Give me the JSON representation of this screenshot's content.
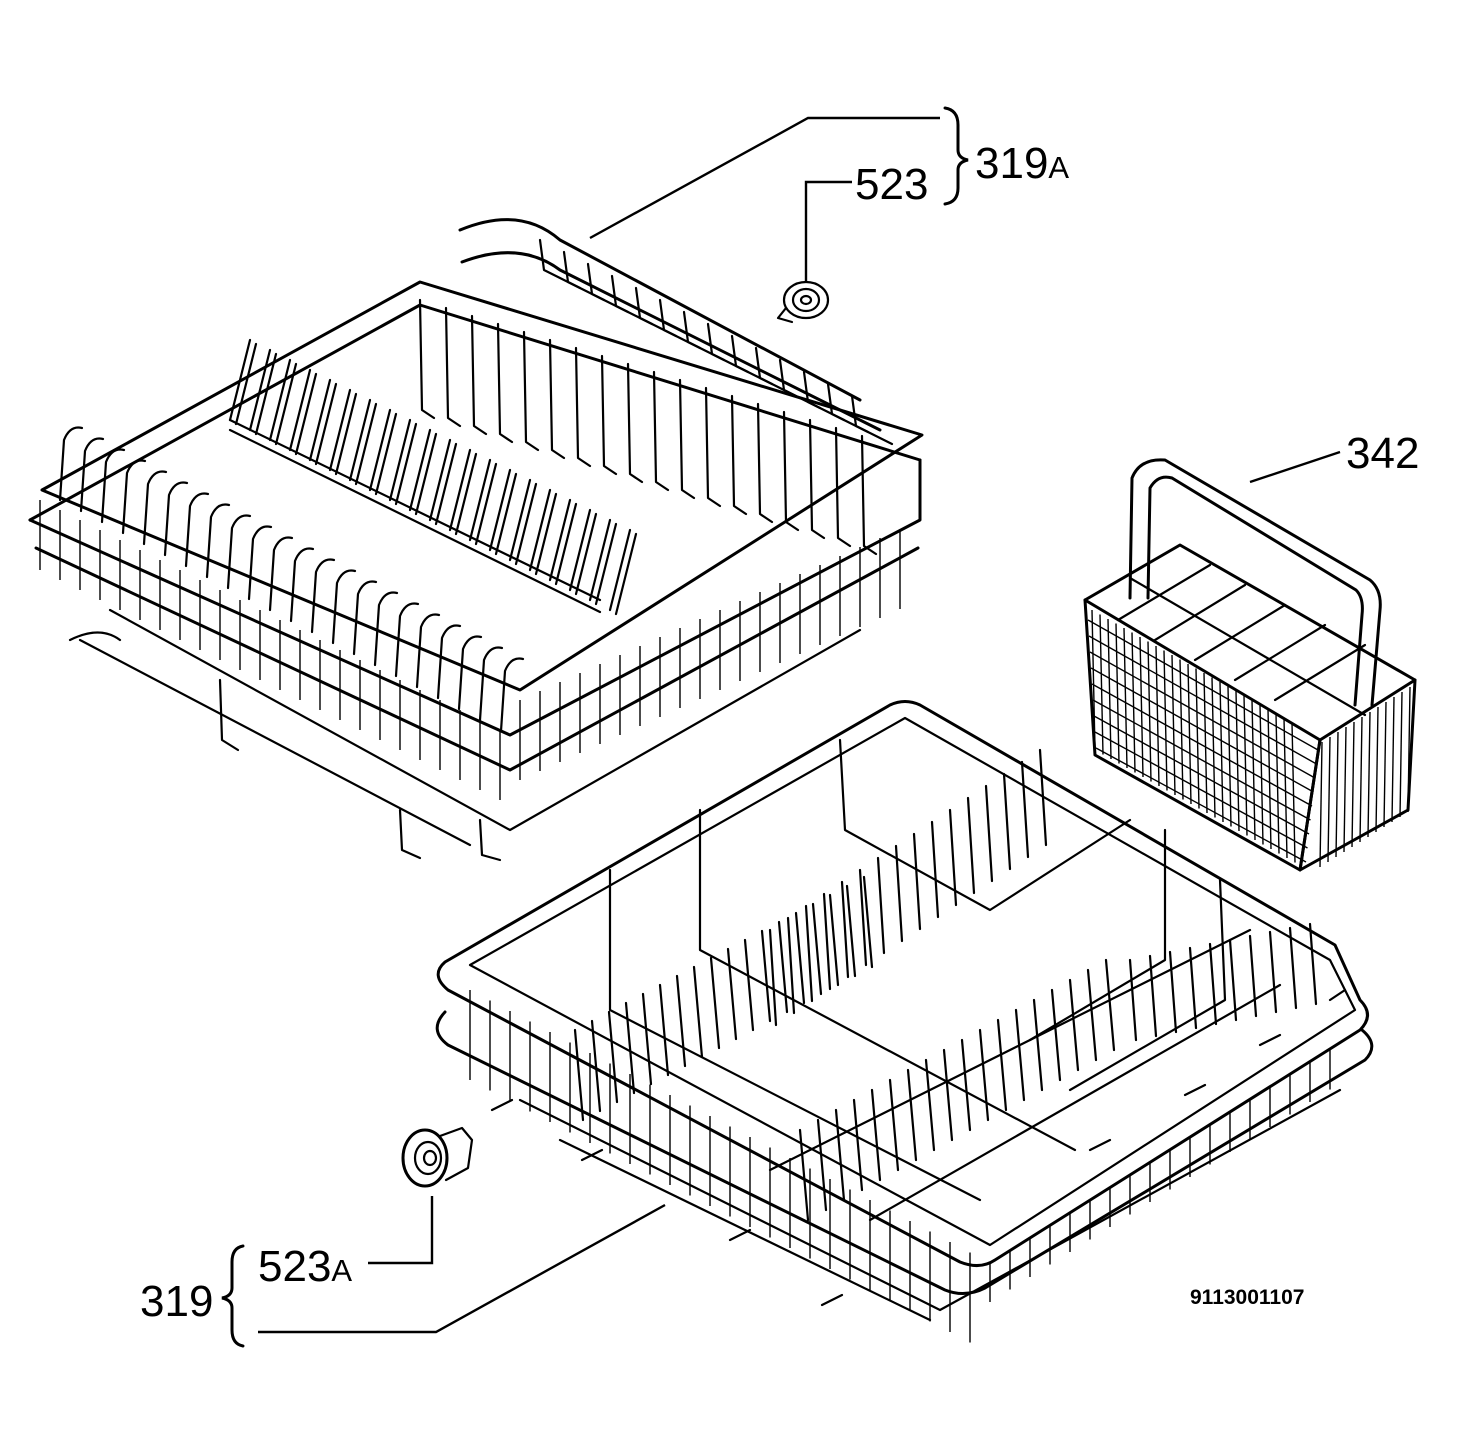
{
  "labels": {
    "upper_basket": {
      "number": "319",
      "suffix": "A"
    },
    "upper_wheel": {
      "number": "523",
      "suffix": ""
    },
    "cutlery_basket": {
      "number": "342",
      "suffix": ""
    },
    "lower_wheel": {
      "number": "523",
      "suffix": "A"
    },
    "lower_basket": {
      "number": "319",
      "suffix": ""
    }
  },
  "drawing_number": "9113001107"
}
